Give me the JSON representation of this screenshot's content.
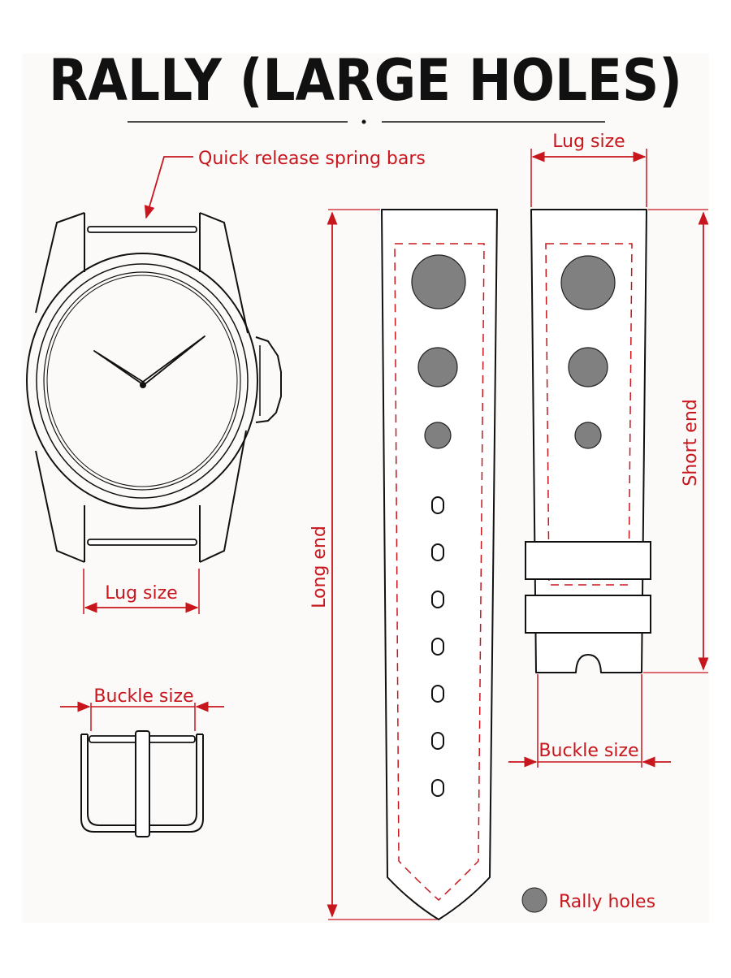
{
  "title": "RALLY (LARGE HOLES)",
  "labels": {
    "quick_release": "Quick release spring bars",
    "lug_size_watch": "Lug size",
    "lug_size_strap": "Lug size",
    "long_end": "Long end",
    "short_end": "Short end",
    "buckle_size_left": "Buckle size",
    "buckle_size_right": "Buckle size",
    "legend_rally_holes": "Rally holes"
  },
  "colors": {
    "dimension_red": "#c8161d",
    "outline": "#111111",
    "hole_fill": "#808080",
    "background": "#fbfaf8"
  }
}
